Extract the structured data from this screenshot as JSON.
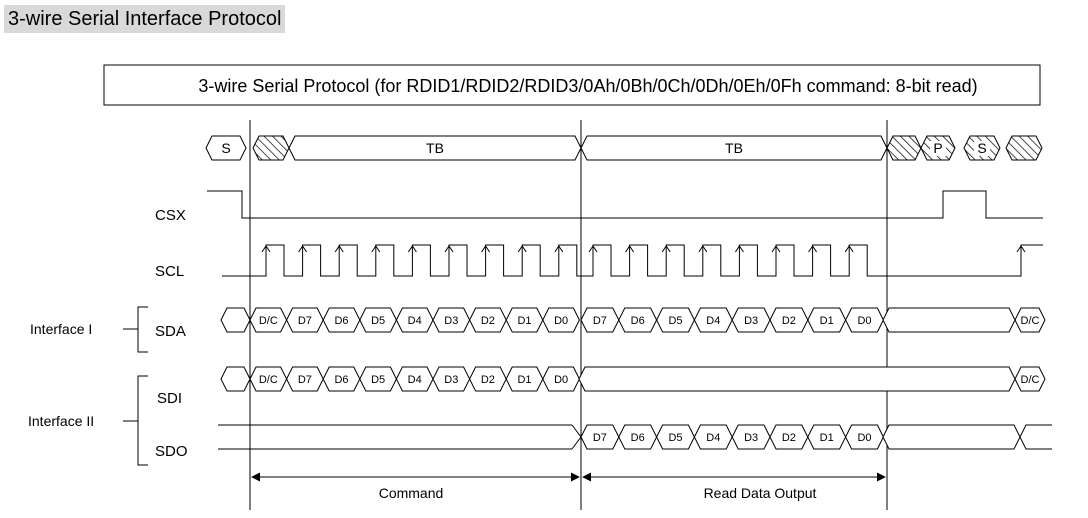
{
  "page_heading": "3-wire Serial Interface Protocol",
  "protocol_title": "3-wire Serial Protocol (for RDID1/RDID2/RDID3/0Ah/0Bh/0Ch/0Dh/0Eh/0Fh command: 8-bit read)",
  "phases": {
    "start": "S",
    "tb": "TB",
    "stop": "P",
    "restart": "S"
  },
  "signals": {
    "csx": "CSX",
    "scl": "SCL",
    "sda": "SDA",
    "sdi": "SDI",
    "sdo": "SDO"
  },
  "interfaces": {
    "i": "Interface I",
    "ii": "Interface II"
  },
  "command_bits": [
    "D/C",
    "D7",
    "D6",
    "D5",
    "D4",
    "D3",
    "D2",
    "D1",
    "D0"
  ],
  "read_bits": [
    "D7",
    "D6",
    "D5",
    "D4",
    "D3",
    "D2",
    "D1",
    "D0"
  ],
  "restart_bit": "D/C",
  "spans": {
    "command": "Command",
    "read_output": "Read Data Output"
  }
}
